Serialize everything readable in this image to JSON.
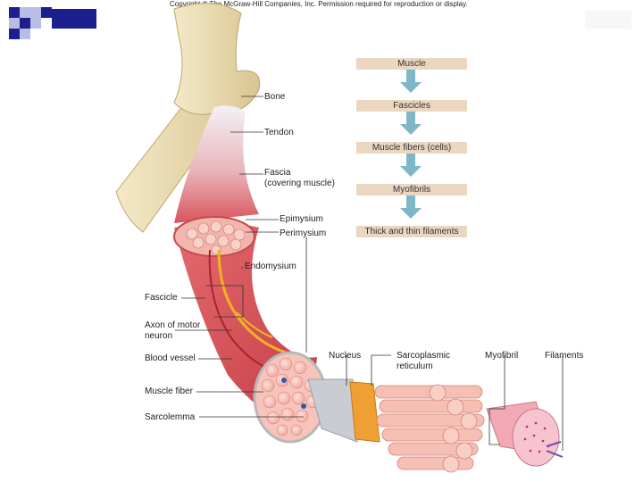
{
  "copyright": "Copyright © The McGraw-Hill Companies, Inc. Permission required for reproduction or display.",
  "colors": {
    "square_dark": "#1b1f8f",
    "square_light": "#b9bde6",
    "flow_box": "#ebd6c0",
    "flow_arrow": "#7fb6c8",
    "bone": "#eadcb3",
    "muscle": "#d9545a",
    "nerve": "#f0b323"
  },
  "flow": [
    "Muscle",
    "Fascicles",
    "Muscle fibers (cells)",
    "Myofibrils",
    "Thick and thin filaments"
  ],
  "labels": {
    "bone": "Bone",
    "tendon": "Tendon",
    "fascia_1": "Fascia",
    "fascia_2": "(covering muscle)",
    "epimysium": "Epimysium",
    "perimysium": "Perimysium",
    "endomysium": "Endomysium",
    "fascicle": "Fascicle",
    "axon_1": "Axon of motor",
    "axon_2": "neuron",
    "blood_vessel": "Blood vessel",
    "muscle_fiber": "Muscle fiber",
    "sarcolemma": "Sarcolemma",
    "nucleus": "Nucleus",
    "sarco_1": "Sarcoplasmic",
    "sarco_2": "reticulum",
    "myofibril": "Myofibril",
    "filaments": "Filaments"
  }
}
